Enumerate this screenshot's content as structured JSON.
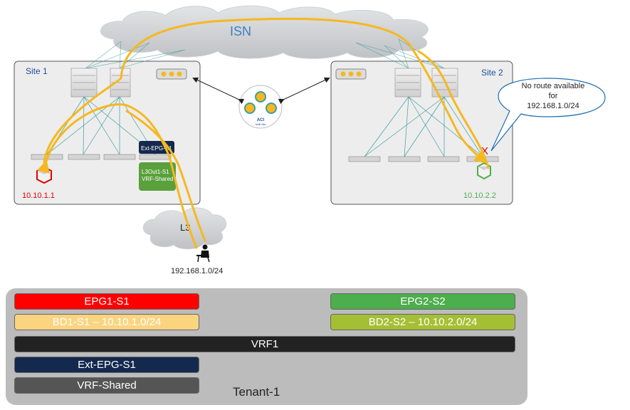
{
  "cloud_isn": "ISN",
  "site1": {
    "label": "Site 1",
    "endpoint_ip": "10.10.1.1",
    "ext_epg_label": "Ext-EPG-S1",
    "l3out_line1": "L3Out1-S1",
    "l3out_line2": "VRF-Shared"
  },
  "site2": {
    "label": "Site 2",
    "endpoint_ip": "10.10.2.2",
    "fail_mark": "X"
  },
  "callout": {
    "line1": "No route available",
    "line2": "for",
    "line3": "192.168.1.0/24"
  },
  "aci": {
    "line1": "ACI",
    "line2": "Multi-Site"
  },
  "l3_cloud": "L3",
  "external_subnet": "192.168.1.0/24",
  "tenant": {
    "name": "Tenant-1",
    "bars": {
      "epg1": "EPG1-S1",
      "epg2": "EPG2-S2",
      "bd1": "BD1-S1 – 10.10.1.0/24",
      "bd2": "BD2-S2 – 10.10.2.0/24",
      "vrf1": "VRF1",
      "ext_epg": "Ext-EPG-S1",
      "vrf_shared": "VRF-Shared"
    }
  },
  "colors": {
    "path": "#f5b820",
    "epg1": "#ff0000",
    "epg2": "#4cae4c",
    "bd1": "#fbd480",
    "bd2": "#a5bf34",
    "vrf1": "#222222",
    "ext_epg": "#14294e",
    "vrf_shared": "#555555",
    "link": "#3d9ea0"
  }
}
